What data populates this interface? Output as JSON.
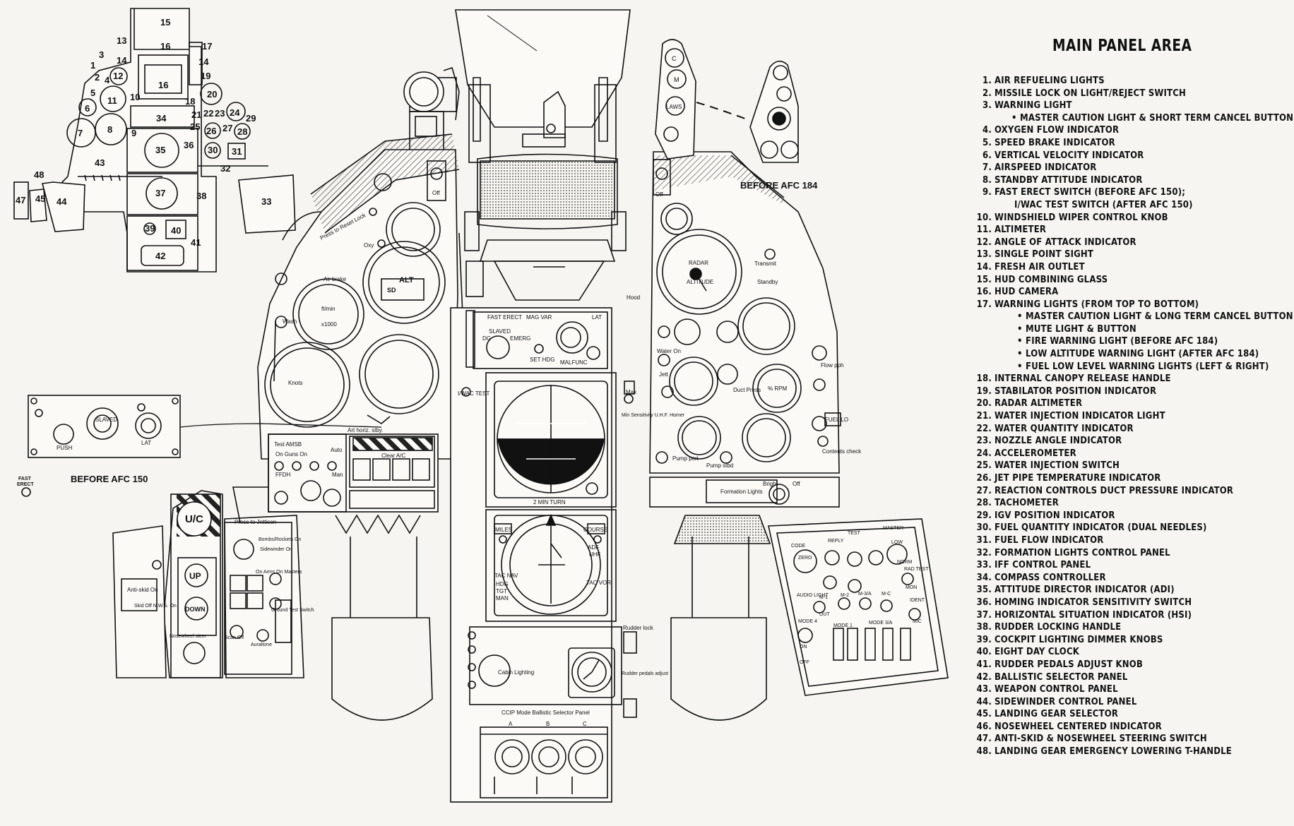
{
  "title": "MAIN PANEL AREA",
  "legend": [
    {
      "n": "1.",
      "t": "AIR REFUELING LIGHTS"
    },
    {
      "n": "2.",
      "t": "MISSILE LOCK ON LIGHT/REJECT SWITCH"
    },
    {
      "n": "3.",
      "t": "WARNING LIGHT"
    },
    {
      "n": "",
      "t": "MASTER CAUTION LIGHT & SHORT TERM CANCEL BUTTON",
      "k": "sub"
    },
    {
      "n": "4.",
      "t": "OXYGEN FLOW INDICATOR"
    },
    {
      "n": "5.",
      "t": "SPEED BRAKE INDICATOR"
    },
    {
      "n": "6.",
      "t": "VERTICAL VELOCITY INDICATOR"
    },
    {
      "n": "7.",
      "t": "AIRSPEED INDICATOR"
    },
    {
      "n": "8.",
      "t": "STANDBY ATTITUDE INDICATOR"
    },
    {
      "n": "9.",
      "t": "FAST ERECT SWITCH (BEFORE AFC 150);"
    },
    {
      "n": "",
      "t": "I/WAC TEST SWITCH (AFTER AFC 150)",
      "k": "cont"
    },
    {
      "n": "10.",
      "t": "WINDSHIELD WIPER CONTROL KNOB"
    },
    {
      "n": "11.",
      "t": "ALTIMETER"
    },
    {
      "n": "12.",
      "t": "ANGLE OF ATTACK INDICATOR"
    },
    {
      "n": "13.",
      "t": "SINGLE POINT SIGHT"
    },
    {
      "n": "14.",
      "t": "FRESH AIR OUTLET"
    },
    {
      "n": "15.",
      "t": "HUD COMBINING GLASS"
    },
    {
      "n": "16.",
      "t": "HUD CAMERA"
    },
    {
      "n": "17.",
      "t": "WARNING LIGHTS (FROM TOP TO BOTTOM)"
    },
    {
      "n": "",
      "t": "MASTER CAUTION LIGHT & LONG TERM CANCEL BUTTON",
      "k": "sub s2"
    },
    {
      "n": "",
      "t": "MUTE LIGHT & BUTTON",
      "k": "sub s2"
    },
    {
      "n": "",
      "t": "FIRE WARNING LIGHT (BEFORE AFC 184)",
      "k": "sub s2"
    },
    {
      "n": "",
      "t": "LOW ALTITUDE WARNING LIGHT (AFTER AFC 184)",
      "k": "sub s2"
    },
    {
      "n": "",
      "t": "FUEL LOW LEVEL WARNING LIGHTS (LEFT & RIGHT)",
      "k": "sub s2"
    },
    {
      "n": "18.",
      "t": "INTERNAL CANOPY RELEASE HANDLE"
    },
    {
      "n": "19.",
      "t": "STABILATOR POSITION INDICATOR"
    },
    {
      "n": "20.",
      "t": "RADAR ALTIMETER"
    },
    {
      "n": "21.",
      "t": "WATER INJECTION INDICATOR LIGHT"
    },
    {
      "n": "22.",
      "t": "WATER QUANTITY INDICATOR"
    },
    {
      "n": "23.",
      "t": "NOZZLE ANGLE INDICATOR"
    },
    {
      "n": "24.",
      "t": "ACCELEROMETER"
    },
    {
      "n": "25.",
      "t": "WATER INJECTION SWITCH"
    },
    {
      "n": "26.",
      "t": "JET PIPE TEMPERATURE INDICATOR"
    },
    {
      "n": "27.",
      "t": "REACTION CONTROLS DUCT PRESSURE INDICATOR"
    },
    {
      "n": "28.",
      "t": "TACHOMETER"
    },
    {
      "n": "29.",
      "t": "IGV POSITION INDICATOR"
    },
    {
      "n": "30.",
      "t": "FUEL QUANTITY INDICATOR (DUAL NEEDLES)"
    },
    {
      "n": "31.",
      "t": "FUEL FLOW INDICATOR"
    },
    {
      "n": "32.",
      "t": "FORMATION LIGHTS CONTROL PANEL"
    },
    {
      "n": "33.",
      "t": "IFF CONTROL PANEL"
    },
    {
      "n": "34.",
      "t": "COMPASS CONTROLLER"
    },
    {
      "n": "35.",
      "t": "ATTITUDE DIRECTOR INDICATOR (ADI)"
    },
    {
      "n": "36.",
      "t": "HOMING INDICATOR SENSITIVITY SWITCH"
    },
    {
      "n": "37.",
      "t": "HORIZONTAL SITUATION INDICATOR (HSI)"
    },
    {
      "n": "38.",
      "t": "RUDDER LOCKING HANDLE"
    },
    {
      "n": "39.",
      "t": "COCKPIT LIGHTING DIMMER KNOBS"
    },
    {
      "n": "40.",
      "t": "EIGHT DAY CLOCK"
    },
    {
      "n": "41.",
      "t": "RUDDER PEDALS ADJUST KNOB"
    },
    {
      "n": "42.",
      "t": "BALLISTIC SELECTOR PANEL"
    },
    {
      "n": "43.",
      "t": "WEAPON CONTROL PANEL"
    },
    {
      "n": "44.",
      "t": "SIDEWINDER CONTROL PANEL"
    },
    {
      "n": "45.",
      "t": "LANDING GEAR SELECTOR"
    },
    {
      "n": "46.",
      "t": "NOSEWHEEL CENTERED INDICATOR"
    },
    {
      "n": "47.",
      "t": "ANTI-SKID & NOSEWHEEL STEERING SWITCH"
    },
    {
      "n": "48.",
      "t": "LANDING GEAR EMERGENCY LOWERING T-HANDLE"
    }
  ],
  "key_diagram": {
    "numbers": [
      "15",
      "13",
      "16",
      "17",
      "3",
      "14",
      "1",
      "2",
      "4",
      "12",
      "14",
      "19",
      "5",
      "16",
      "11",
      "10",
      "18",
      "20",
      "6",
      "21",
      "22",
      "23",
      "24",
      "29",
      "25",
      "26",
      "27",
      "28",
      "9",
      "7",
      "8",
      "34",
      "35",
      "36",
      "30",
      "31",
      "43",
      "32",
      "48",
      "47",
      "45",
      "44",
      "37",
      "38",
      "33",
      "39",
      "40",
      "41",
      "42"
    ]
  },
  "captions": {
    "before_afc_184": "BEFORE AFC 184",
    "before_afc_150": "BEFORE AFC 150",
    "fast_erect": "FAST\nERECT"
  },
  "panel_labels": {
    "off_left": "Off",
    "off_right": "Off",
    "press_to_reset_lock": "Press to Reset Lock",
    "oxy": "Oxy",
    "air_brake": "Air brake",
    "wash": "Wash",
    "knots": "Knots",
    "alt": "ALT",
    "ft_min": "ft/min",
    "x1000": "x1000",
    "art_horiz_stby": "Art horiz. stby.",
    "iwac_test": "I/WAC TEST",
    "fast_erect_panel": "FAST ERECT",
    "mag_var": "MAG VAR",
    "slaved": "SLAVED",
    "emerg": "EMERG",
    "dg": "DG",
    "set_hdg": "SET HDG",
    "malfunc": "MALFUNC",
    "lat": "LAT",
    "max": "Max",
    "min_sensitivity": "Min Sensitivity U.H.F. Homer",
    "two_min_turn": "2 MIN TURN",
    "miles": "MILES",
    "course": "COURSE",
    "adf": "ADF",
    "uhf": "UHF",
    "tac_nav": "TAC NAV",
    "hdg": "HDG",
    "tgt": "TGT",
    "man": "MAN",
    "tac_vor": "TAC VOR",
    "hood": "Hood",
    "radar": "RADAR",
    "altitude": "ALTITUDE",
    "transmit": "Transmit",
    "standby": "Standby",
    "water_on": "Water On",
    "jett": "Jett",
    "duct_press": "Duct Press",
    "flow_pph": "Flow pph",
    "rpm": "% RPM",
    "pump_port": "Pump port",
    "pump_stbd": "Pump stbd",
    "fuel_lo": "FUEL LO",
    "contents_check": "Contents check",
    "formation_lights": "Formation Lights",
    "bright": "Bright",
    "off_formation": "Off",
    "test_amsb": "Test AMSB",
    "on_guns_on": "On Guns On",
    "ffdh": "FFDH",
    "auto": "Auto",
    "man_sel": "Man",
    "clear_afc": "Clear A/C",
    "uc": "U/C",
    "up": "UP",
    "down": "DOWN",
    "anti_skid_on": "Anti-skid On",
    "skid_off_nws_on": "Skid Off N.W.S. On",
    "nosewheel_steer": "Nosewheel steer",
    "press_to_jettison": "Press to Jettison",
    "bombs_rockets_on": "Bombs/Rockets On",
    "sidewinder_on": "Sidewinder On",
    "arms_masters": "On Arms On Masters",
    "ground_test_switch": "Ground Test Switch",
    "scan_off": "Scan Off",
    "auraltone": "Auraltone",
    "cabin_lighting": "Cabin Lighting",
    "rudder_lock": "Rudder lock",
    "rudder_pedals_adjust": "Rudder pedals adjust",
    "ccip_mode": "CCIP Mode  Ballistic Selector Panel",
    "sel_a": "A",
    "sel_b": "B",
    "sel_c": "C",
    "hdg_push": "PUSH",
    "slaved_small": "SLAVED",
    "lat_small": "LAT",
    "code": "CODE",
    "reply": "REPLY",
    "test": "TEST",
    "master": "MASTER",
    "zero": "ZERO",
    "low": "LOW",
    "norm": "NORM",
    "audio_light": "AUDIO LIGHT",
    "mode4": "MODE 4",
    "rad_test": "RAD TEST",
    "mon": "MON",
    "ident": "IDENT",
    "mic": "MIC",
    "m1": "M-1",
    "m2": "M-2",
    "m3a": "M-3/A",
    "mc": "M-C",
    "mode1": "MODE 1",
    "mode3a": "MODE 3/A",
    "out": "OUT",
    "on": "ON",
    "off_iff": "OFF",
    "laws": "LAWS",
    "c": "C",
    "m": "M",
    "sight_alt": "SD"
  }
}
